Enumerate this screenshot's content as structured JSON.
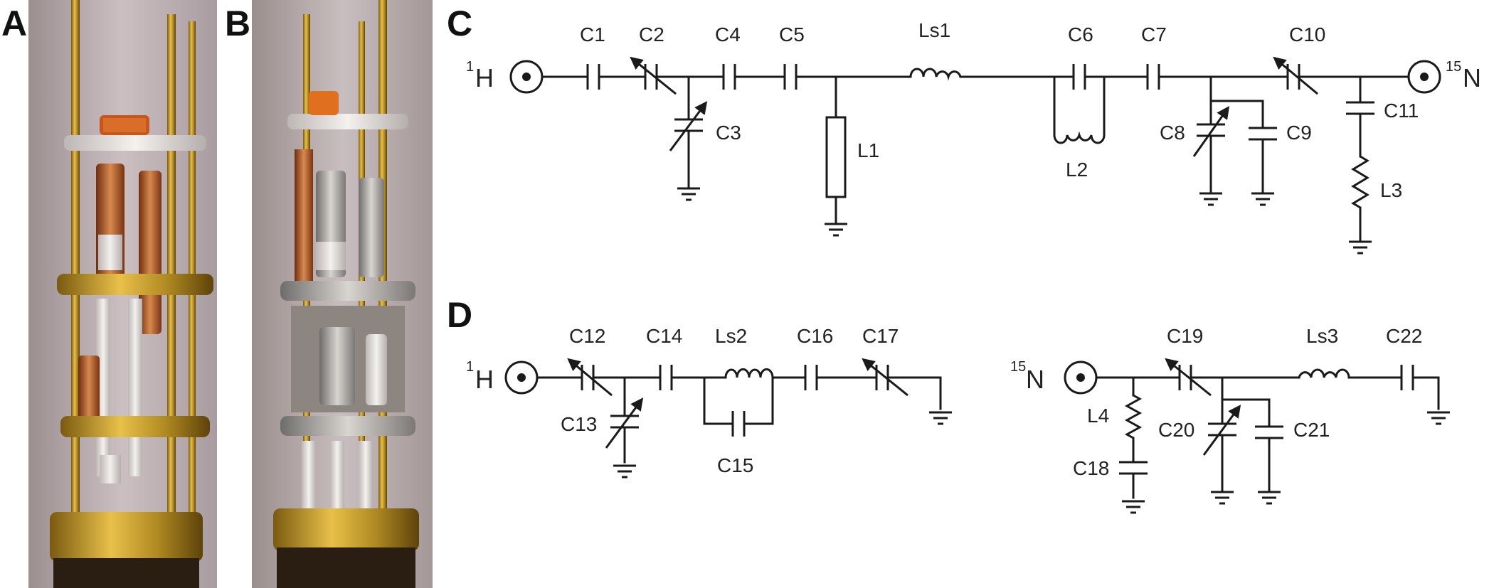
{
  "panels": {
    "a": "A",
    "b": "B",
    "c": "C",
    "d": "D"
  },
  "photo_a": {
    "description": "probe photograph A"
  },
  "photo_b": {
    "description": "probe photograph B"
  },
  "circuit_c": {
    "port_left_sup": "1",
    "port_left": "H",
    "port_right_sup": "15",
    "port_right": "N",
    "labels": {
      "C1": "C1",
      "C2": "C2",
      "C3": "C3",
      "C4": "C4",
      "C5": "C5",
      "Ls1": "Ls1",
      "L1": "L1",
      "C6": "C6",
      "L2": "L2",
      "C7": "C7",
      "C8": "C8",
      "C9": "C9",
      "C10": "C10",
      "C11": "C11",
      "L3": "L3"
    }
  },
  "circuit_d": {
    "port_h_sup": "1",
    "port_h": "H",
    "port_n_sup": "15",
    "port_n": "N",
    "labels": {
      "C12": "C12",
      "C13": "C13",
      "C14": "C14",
      "Ls2": "Ls2",
      "C15": "C15",
      "C16": "C16",
      "C17": "C17",
      "C19": "C19",
      "Ls3": "Ls3",
      "C22": "C22",
      "L4": "L4",
      "C18": "C18",
      "C20": "C20",
      "C21": "C21"
    }
  }
}
